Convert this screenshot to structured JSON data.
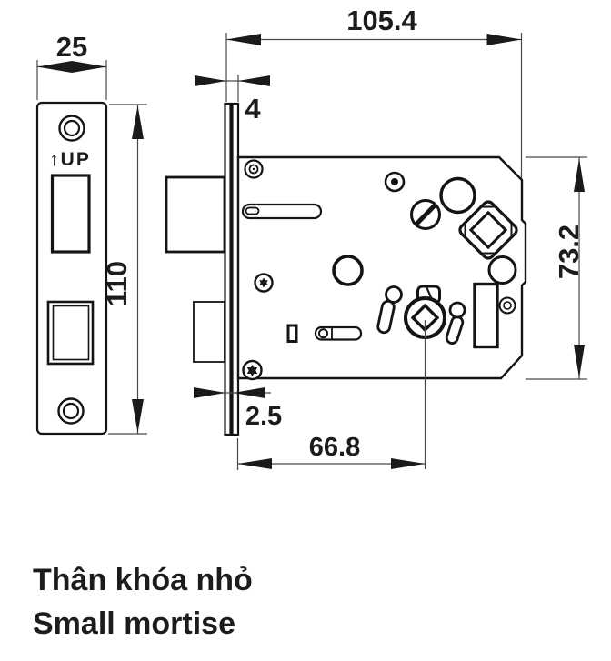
{
  "drawing_title": {
    "caption_vi": "Thân khóa nhỏ",
    "caption_en": "Small mortise"
  },
  "faceplate_marking": {
    "arrow_glyph": "↑",
    "label": "UP"
  },
  "dimensions": {
    "faceplate_width": "25",
    "faceplate_height": "110",
    "body_depth": "105.4",
    "case_front_offset": "4",
    "body_height": "73.2",
    "faceplate_thickness": "2.5",
    "backset": "66.8"
  },
  "colors": {
    "background": "#ffffff",
    "outline": "#141414",
    "dimension_lines": "#4a4a4a",
    "text": "#1c1c1c"
  }
}
